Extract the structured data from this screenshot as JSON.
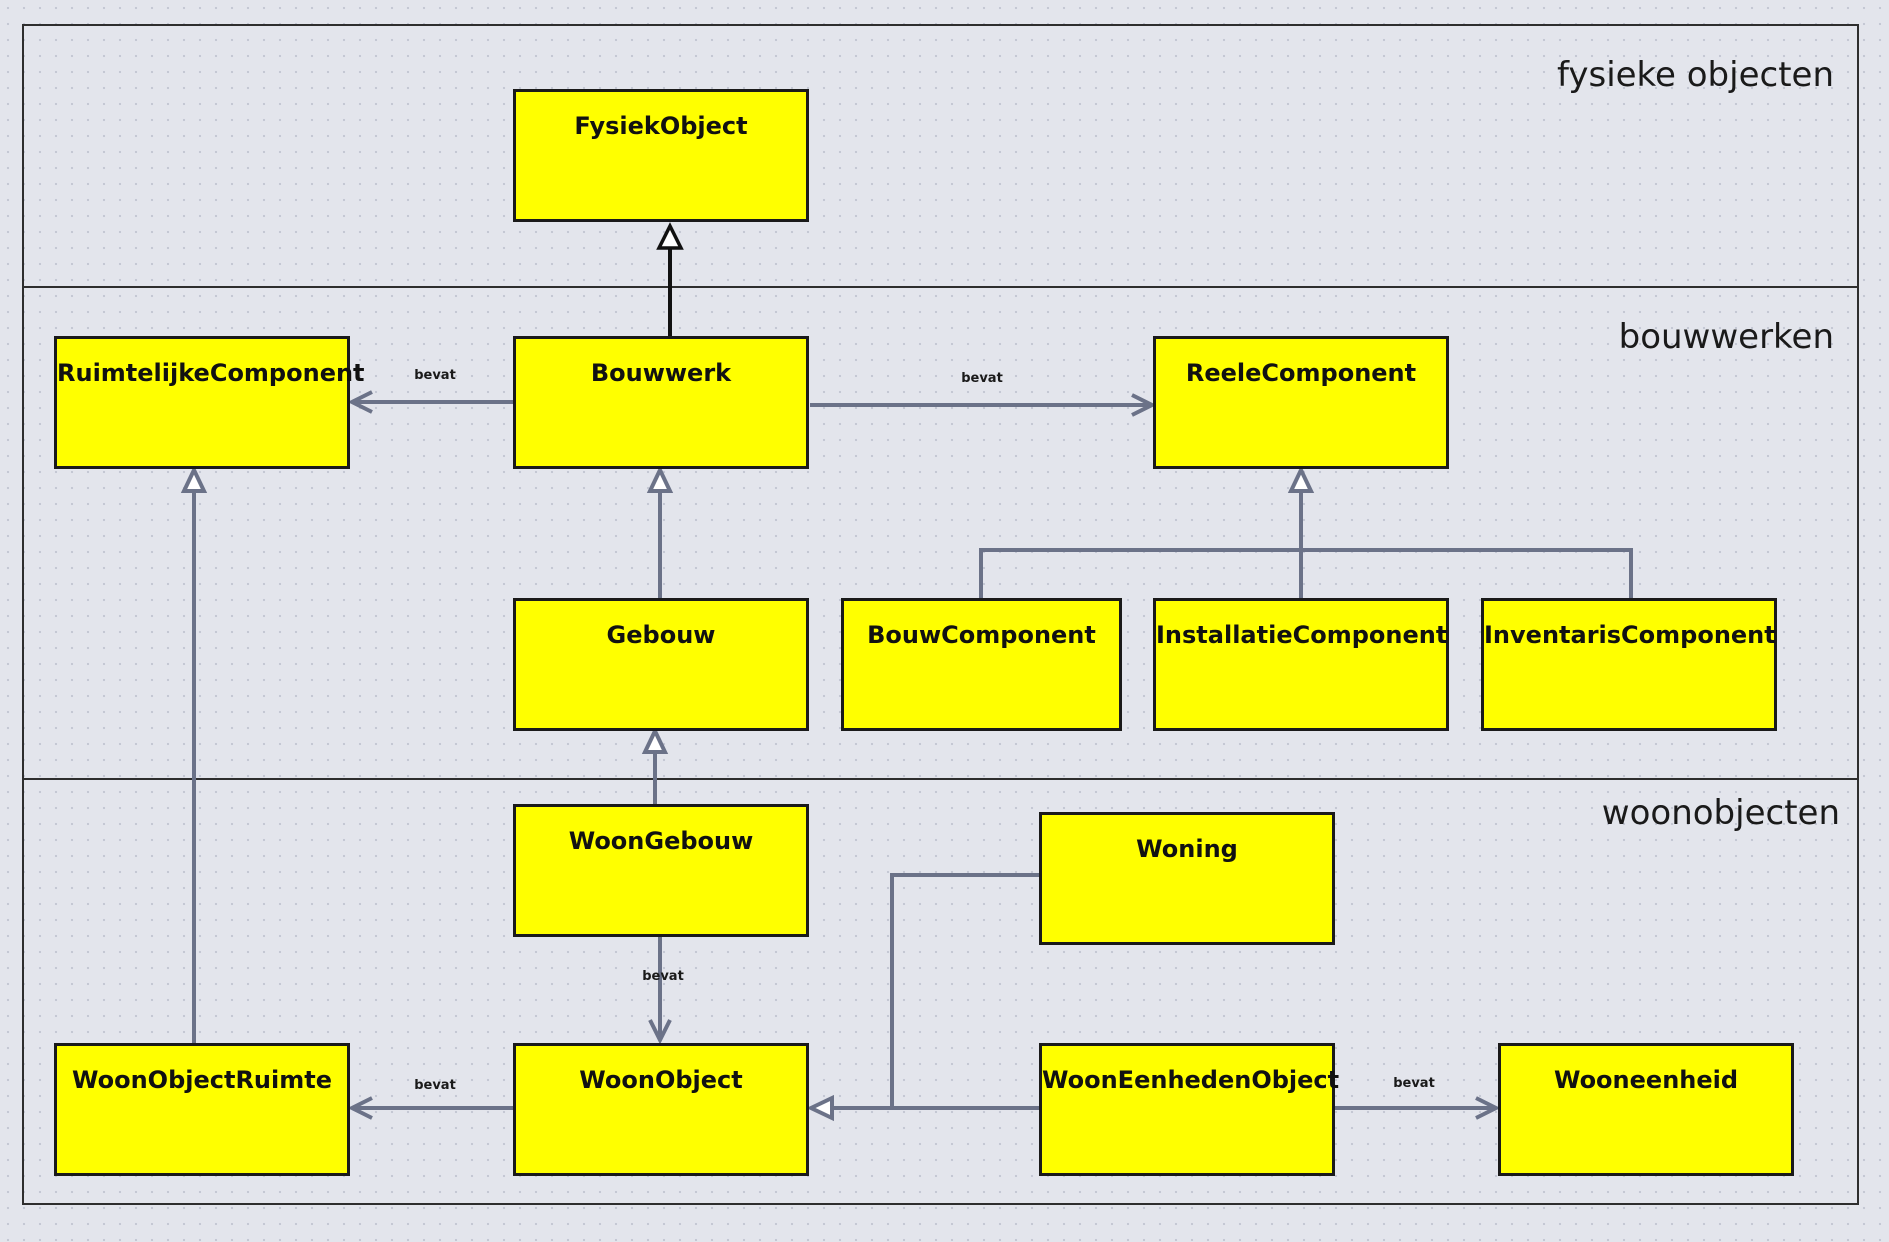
{
  "sections": {
    "fysiek": "fysieke objecten",
    "bouwwerken": "bouwwerken",
    "woonobjecten": "woonobjecten"
  },
  "classes": {
    "fysiek_object": "FysiekObject",
    "ruimtelijke_component": "RuimtelijkeComponent",
    "bouwwerk": "Bouwwerk",
    "reele_component": "ReeleComponent",
    "gebouw": "Gebouw",
    "bouw_component": "BouwComponent",
    "installatie_component": "InstallatieComponent",
    "inventaris_component": "InventarisComponent",
    "woon_gebouw": "WoonGebouw",
    "woning": "Woning",
    "woon_object_ruimte": "WoonObjectRuimte",
    "woon_object": "WoonObject",
    "woon_eenheden_object": "WoonEenhedenObject",
    "wooneenheid": "Wooneenheid"
  },
  "associations": {
    "bouwwerk_ruimtelijke": "bevat",
    "bouwwerk_reele": "bevat",
    "woongebouw_woonobject": "bevat",
    "woonobject_ruimte": "bevat",
    "woneenheden_wooneenheid": "bevat"
  },
  "colors": {
    "class_fill": "#ffff00",
    "connector": "#6b7288",
    "background": "#e3e5ec"
  }
}
